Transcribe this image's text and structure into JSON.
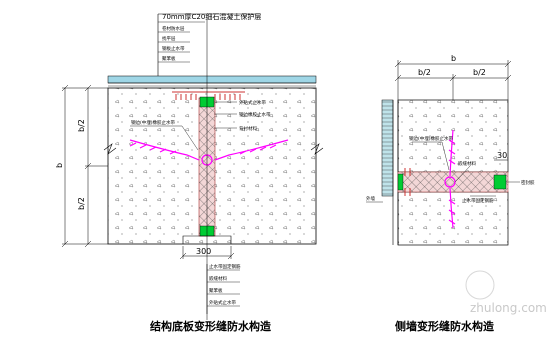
{
  "left_detail": {
    "top_note": "70mm厚C20细石混凝土保护层",
    "layer_notes": [
      "卷材防水层",
      "找平层",
      "钢板止水带",
      "聚苯板"
    ],
    "right_notes": [
      "外贴式止水带",
      "钢边橡胶止水带",
      "背衬材料"
    ],
    "inner_note": "钢边(中埋)橡胶止水带",
    "bottom_notes": [
      "止水带固定钢筋",
      "嵌缝材料",
      "聚苯板",
      "外贴式止水带"
    ],
    "dim_half_top": "b/2",
    "dim_half_bottom": "b/2",
    "dim_total": "b",
    "dim_width": "300",
    "caption": "结构底板变形缝防水构造"
  },
  "right_detail": {
    "dim_total": "b",
    "dim_half_left": "b/2",
    "dim_half_right": "b/2",
    "inner_note": "钢边(中埋)橡胶止水带",
    "joint_note": "嵌缝材料",
    "side_note": "密封胶",
    "lower_note": "止水带固定钢筋",
    "dim_30": "30",
    "outer_label": "外墙",
    "caption": "侧墙变形缝防水构造"
  },
  "watermark": "zhulong.com",
  "colors": {
    "line": "#000000",
    "magenta": "#ff00ff",
    "green": "#00cc33",
    "red": "#cc3333",
    "hatch": "#555555"
  }
}
